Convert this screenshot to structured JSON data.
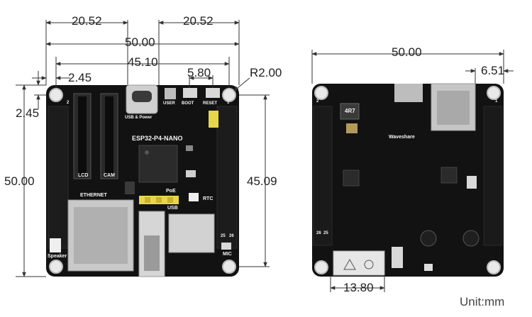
{
  "figure": {
    "unit_label": "Unit:mm"
  },
  "front_view": {
    "board_name": "ESP32-P4-NANO",
    "dims": {
      "hole_spacing_left": "20.52",
      "hole_spacing_right": "20.52",
      "total_width": "50.00",
      "hole_to_hole_width": "45.10",
      "button_spacing": "5.80",
      "corner_radius": "R2.00",
      "hole_offset_x": "2.45",
      "hole_offset_y": "2.45",
      "total_height": "50.00",
      "hole_to_hole_height": "45.09"
    },
    "silkscreen": {
      "usb_power": "USB & Power",
      "user": "USER",
      "boot": "BOOT",
      "reset": "RESET",
      "lcd": "LCD",
      "cam": "CAM",
      "ethernet": "ETHERNET",
      "poe": "PoE",
      "usb": "USB",
      "rtc": "RTC",
      "speaker": "Speaker",
      "mic": "MIC",
      "pin2": "2",
      "pin1": "1",
      "pin25": "25",
      "pin26": "26"
    }
  },
  "back_view": {
    "brand": "Waveshare",
    "dims": {
      "total_width": "50.00",
      "sd_offset": "6.51",
      "bottom_offset": "13.80"
    },
    "silkscreen": {
      "inductor": "4R7",
      "pin2": "2",
      "pin1": "1",
      "pin26": "26",
      "pin25": "25"
    }
  }
}
